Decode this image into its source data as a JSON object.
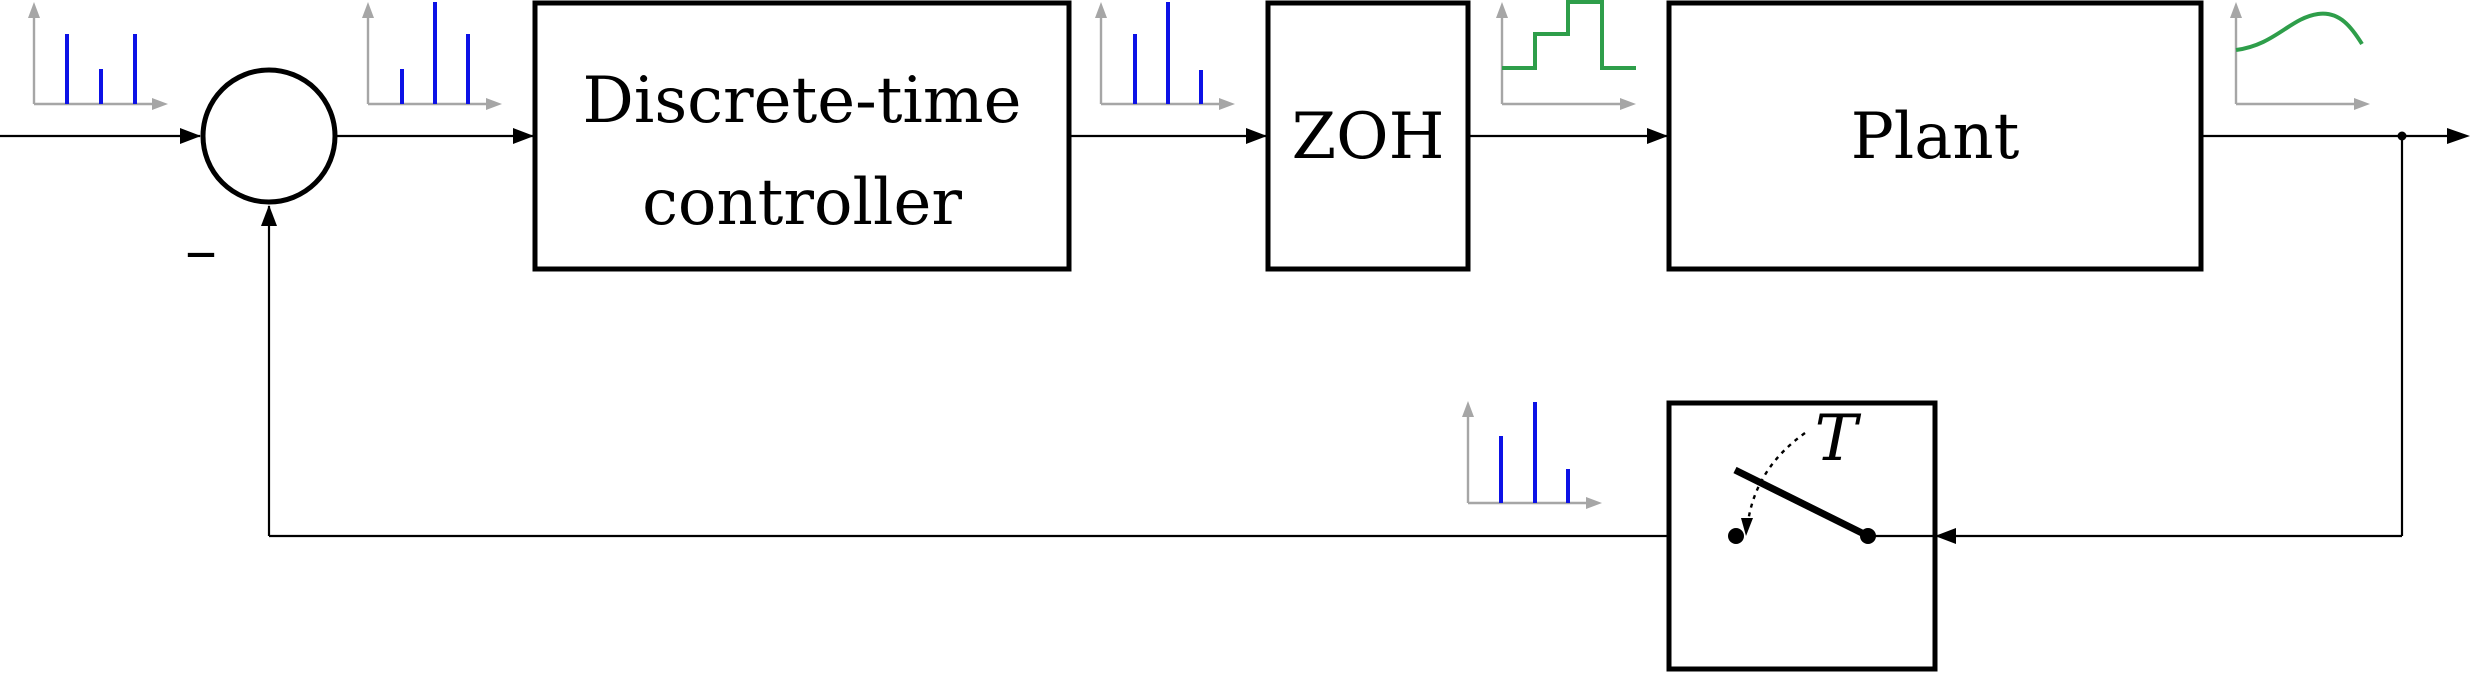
{
  "blocks": {
    "controller": {
      "line1": "Discrete-time",
      "line2": "controller"
    },
    "zoh": {
      "label": "ZOH"
    },
    "plant": {
      "label": "Plant"
    },
    "sampler": {
      "period_label": "T"
    }
  },
  "summing_junction": {
    "feedback_sign": "–"
  },
  "colors": {
    "signal_discrete": "#0d12e6",
    "signal_continuous": "#2e9e4a",
    "axis": "#a6a6a6",
    "line": "#000000"
  },
  "signal_icons": [
    {
      "name": "reference-discrete",
      "kind": "stems",
      "values": [
        0.6,
        0.3,
        0.6
      ]
    },
    {
      "name": "error-discrete",
      "kind": "stems",
      "values": [
        0.3,
        0.8,
        0.55
      ]
    },
    {
      "name": "control-discrete",
      "kind": "stems",
      "values": [
        0.6,
        0.85,
        0.28
      ]
    },
    {
      "name": "zoh-output",
      "kind": "staircase"
    },
    {
      "name": "plant-output",
      "kind": "smooth"
    },
    {
      "name": "feedback-sampled",
      "kind": "stems",
      "values": [
        0.55,
        0.83,
        0.28
      ]
    }
  ]
}
